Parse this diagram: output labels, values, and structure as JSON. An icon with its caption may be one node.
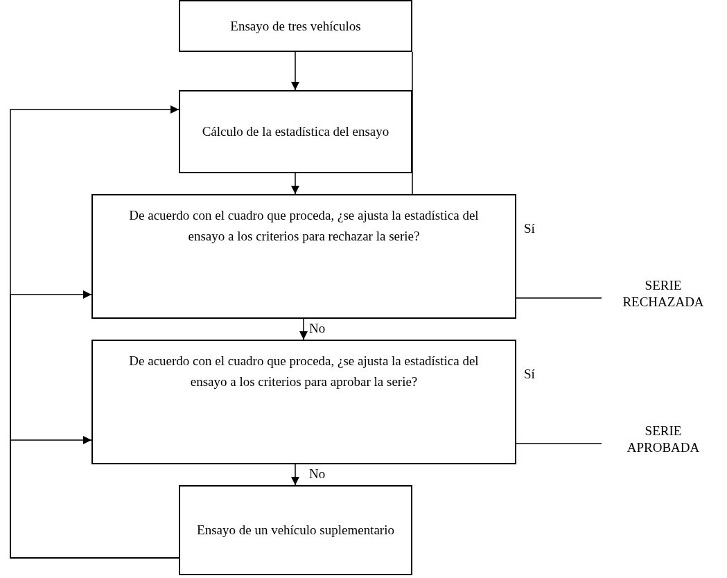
{
  "diagram": {
    "nodes": [
      {
        "text": [
          "Ensayo de tres vehículos"
        ]
      },
      {
        "text": [
          "Cálculo de la estadística del ensayo"
        ]
      },
      {
        "text": [
          "De acuerdo con el cuadro que proceda, ¿se ajusta la estadística del ensayo a los criterios para rechazar la serie?"
        ]
      },
      {
        "text": [
          "De acuerdo con el cuadro que proceda, ¿se ajusta la estadística del ensayo a los criterios para aprobar la serie?"
        ]
      },
      {
        "text": [
          "Ensayo de un vehículo suplementario"
        ]
      },
      {
        "text": [
          "SERIE RECHAZADA"
        ]
      },
      {
        "text": [
          "SERIE APROBADA"
        ]
      }
    ],
    "edges": [
      {
        "from": 0,
        "to": 1,
        "arrow": "to"
      },
      {
        "from": 1,
        "to": 2,
        "arrow": "to"
      },
      {
        "from": 2,
        "to": 3,
        "arrow": "to",
        "label": "No"
      },
      {
        "from": 3,
        "to": 4,
        "arrow": "to",
        "label": "No"
      },
      {
        "from": 2,
        "to": 5,
        "arrow": "none",
        "label": "Sí"
      },
      {
        "from": 3,
        "to": 6,
        "arrow": "none",
        "label": "Sí"
      },
      {
        "from": 4,
        "to": 1,
        "arrow": "to"
      },
      {
        "from": 4,
        "to": 2,
        "arrow": "to"
      },
      {
        "from": 4,
        "to": 3,
        "arrow": "to"
      },
      {
        "from": 0,
        "to": 2,
        "arrow": "none"
      }
    ]
  }
}
